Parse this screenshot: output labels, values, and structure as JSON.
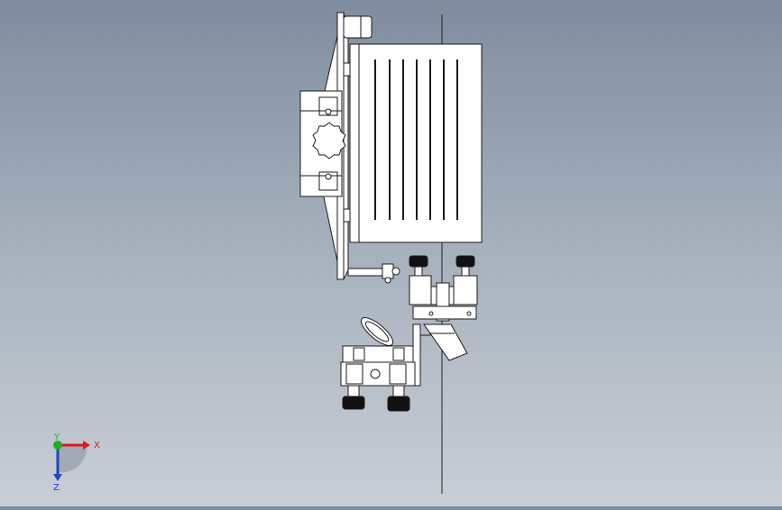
{
  "viewport": {
    "background_top": "#7e8d9e",
    "background_bottom": "#c9ced6",
    "part_fill": "#ffffff",
    "part_stroke": "#1a1a1a",
    "knob_color": "#111111"
  },
  "triad": {
    "x_label": "X",
    "y_label": "Y",
    "z_label": "Z",
    "x_color": "#e0161b",
    "y_color": "#16b21c",
    "z_color": "#2444c8"
  }
}
